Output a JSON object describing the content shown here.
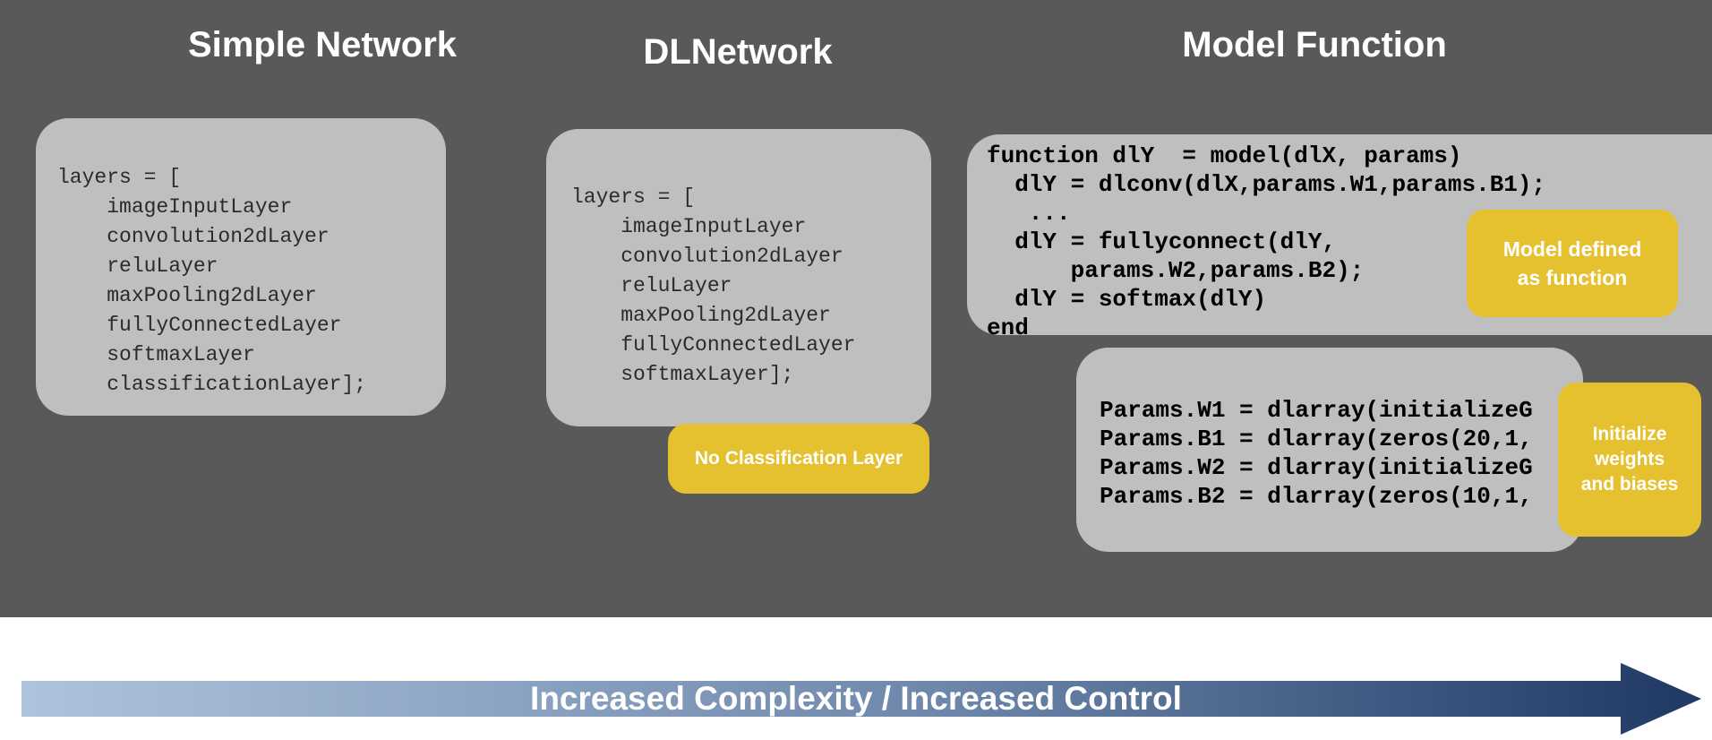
{
  "columns": {
    "simple_network": {
      "title": "Simple Network",
      "code": "layers = [\n    imageInputLayer\n    convolution2dLayer\n    reluLayer\n    maxPooling2dLayer\n    fullyConnectedLayer\n    softmaxLayer\n    classificationLayer];"
    },
    "dlnetwork": {
      "title": "DLNetwork",
      "code": "layers = [\n    imageInputLayer\n    convolution2dLayer\n    reluLayer\n    maxPooling2dLayer\n    fullyConnectedLayer\n    softmaxLayer];",
      "callout": "No Classification Layer"
    },
    "model_function": {
      "title": "Model Function",
      "function_code": "function dlY  = model(dlX, params)\n  dlY = dlconv(dlX,params.W1,params.B1);\n   ...\n  dlY = fullyconnect(dlY,\n      params.W2,params.B2);\n  dlY = softmax(dlY)\nend",
      "function_callout": "Model defined\nas function",
      "params_code": "Params.W1 = dlarray(initializeG\nParams.B1 = dlarray(zeros(20,1,\nParams.W2 = dlarray(initializeG\nParams.B2 = dlarray(zeros(10,1,",
      "params_callout": "Initialize\nweights\nand biases"
    }
  },
  "footer": {
    "arrow_label": "Increased Complexity / Increased Control"
  },
  "colors": {
    "background_dark": "#595959",
    "code_box_gray": "#bfbfbf",
    "callout_yellow": "#e6c12f",
    "arrow_gradient_start": "#aec3dc",
    "arrow_gradient_end": "#1f3864",
    "title_text": "#ffffff"
  }
}
